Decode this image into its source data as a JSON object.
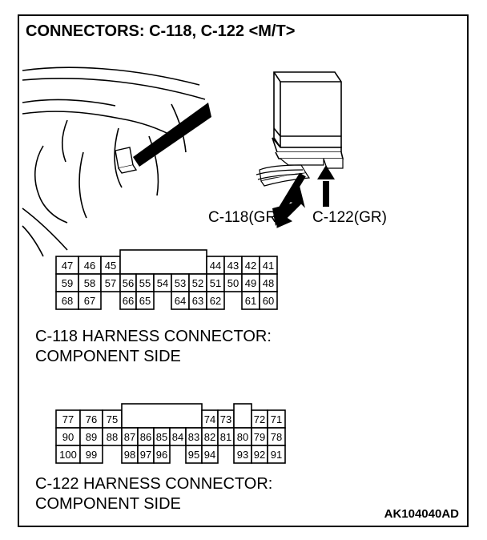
{
  "title": "CONNECTORS: C-118, C-122 <M/T>",
  "illustration": {
    "label_left": "C-118(GR)",
    "label_right": "C-122(GR)"
  },
  "connector_118": {
    "caption_line1": "C-118 HARNESS CONNECTOR:",
    "caption_line2": "COMPONENT SIDE",
    "rows": [
      [
        "47",
        "46",
        "45",
        "",
        "",
        "",
        "",
        "",
        "44",
        "43",
        "42",
        "41"
      ],
      [
        "59",
        "58",
        "57",
        "56",
        "55",
        "54",
        "53",
        "52",
        "51",
        "50",
        "49",
        "48"
      ],
      [
        "68",
        "67",
        "",
        "66",
        "65",
        "",
        "64",
        "63",
        "62",
        "",
        "61",
        "60"
      ]
    ]
  },
  "connector_122": {
    "caption_line1": "C-122 HARNESS CONNECTOR:",
    "caption_line2": "COMPONENT SIDE",
    "rows": [
      [
        "77",
        "76",
        "75",
        "",
        "",
        "",
        "",
        "",
        "74",
        "73",
        "",
        "72",
        "71"
      ],
      [
        "90",
        "89",
        "88",
        "87",
        "86",
        "85",
        "84",
        "83",
        "82",
        "81",
        "80",
        "79",
        "78"
      ],
      [
        "100",
        "99",
        "",
        "98",
        "97",
        "96",
        "",
        "95",
        "94",
        "",
        "93",
        "92",
        "91"
      ]
    ]
  },
  "figure_code": "AK104040AD"
}
